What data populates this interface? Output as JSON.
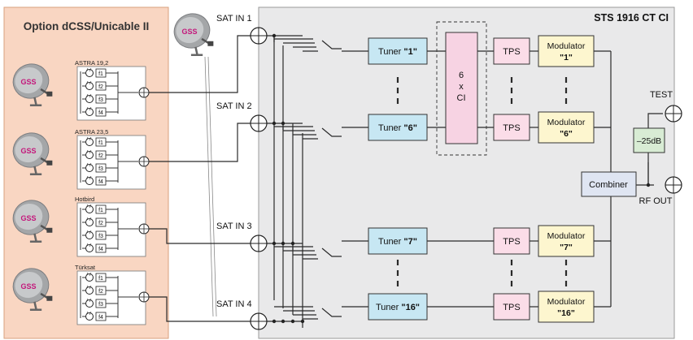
{
  "option_title": "Option dCSS/Unicable II",
  "unit_title": "STS 1916 CT CI",
  "logo_text": "GSS",
  "satellites": [
    {
      "label": "ASTRA 19,2",
      "outputs": [
        "f1",
        "f2",
        "f3",
        "f4"
      ]
    },
    {
      "label": "ASTRA 23,5",
      "outputs": [
        "f1",
        "f2",
        "f3",
        "f4"
      ]
    },
    {
      "label": "Hotbird",
      "outputs": [
        "f1",
        "f2",
        "f3",
        "f4"
      ]
    },
    {
      "label": "Türksat",
      "outputs": [
        "f1",
        "f2",
        "f3",
        "f4"
      ]
    }
  ],
  "inputs": [
    "SAT IN 1",
    "SAT IN 2",
    "SAT IN 3",
    "SAT IN 4"
  ],
  "tuners": [
    {
      "prefix": "Tuner ",
      "num": "\"1\""
    },
    {
      "prefix": "Tuner ",
      "num": "\"6\""
    },
    {
      "prefix": "Tuner ",
      "num": "\"7\""
    },
    {
      "prefix": "Tuner ",
      "num": "\"16\""
    }
  ],
  "ci_lines": [
    "6",
    "x",
    "CI"
  ],
  "tps_label": "TPS",
  "modulators": [
    {
      "label": "Modulator",
      "num": "\"1\""
    },
    {
      "label": "Modulator",
      "num": "\"6\""
    },
    {
      "label": "Modulator",
      "num": "\"7\""
    },
    {
      "label": "Modulator",
      "num": "\"16\""
    }
  ],
  "combiner": "Combiner",
  "attenuator": "–25dB",
  "test_label": "TEST",
  "rf_out_label": "RF OUT",
  "colors": {
    "option_bg": "#f9d6c2",
    "option_border": "#d9a07e",
    "unit_bg": "#e9e9ea",
    "tuner_fill": "#c7e7f3",
    "ci_fill": "#f7d3e3",
    "tps_fill": "#fbdde8",
    "mod_fill": "#fdf6cf",
    "combiner_fill": "#dfe5f2",
    "atten_fill": "#d8ecd4",
    "logo_magenta": "#c4167b",
    "dish_gray": "#a4a6a8"
  }
}
